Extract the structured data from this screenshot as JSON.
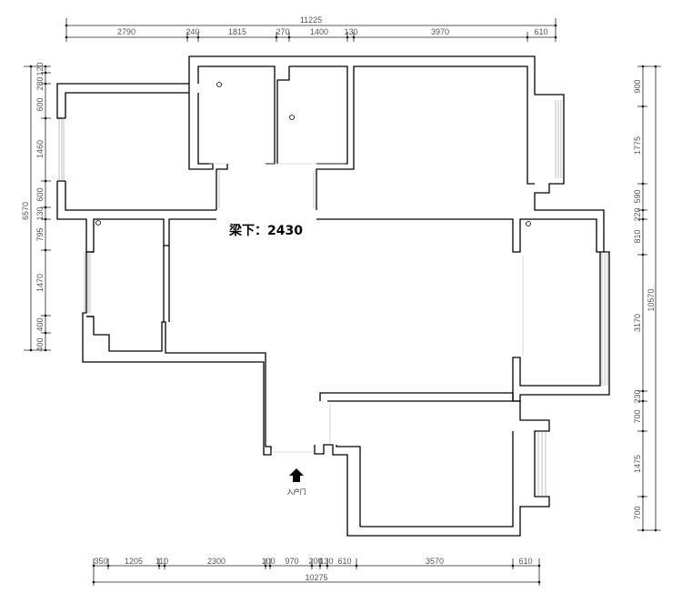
{
  "top": {
    "overall": "11225",
    "segments": [
      "2790",
      "240",
      "1815",
      "270",
      "1400",
      "130",
      "3970",
      "610"
    ]
  },
  "bottom": {
    "overall": "10275",
    "segments": [
      "350",
      "1205",
      "110",
      "2300",
      "100",
      "970",
      "200",
      "130",
      "610",
      "3570",
      "610"
    ]
  },
  "left": {
    "overall": "6570",
    "segments": [
      "120",
      "280",
      "600",
      "1460",
      "600",
      "130",
      "795",
      "1470",
      "400",
      "400"
    ]
  },
  "right": {
    "overall": "10570",
    "segments": [
      "900",
      "1775",
      "590",
      "220",
      "810",
      "3170",
      "230",
      "700",
      "1475",
      "700"
    ]
  },
  "beam_label": "梁下：2430",
  "entry_label": "入户门"
}
